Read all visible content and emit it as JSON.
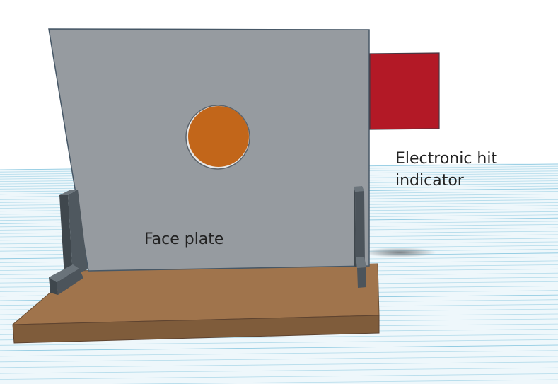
{
  "labels": {
    "face_plate": "Face plate",
    "hit_indicator_line1": "Electronic hit",
    "hit_indicator_line2": "indicator"
  },
  "colors": {
    "workplane_grid": "#7fc3dd",
    "workplane_fill": "#eef7fb",
    "face_plate": "#969ba0",
    "face_plate_edge": "#465766",
    "target_circle": "#c2661a",
    "hit_indicator": "#b31926",
    "base_top": "#a0744c",
    "base_front": "#7f5c3b",
    "brackets": "#4c545b"
  }
}
